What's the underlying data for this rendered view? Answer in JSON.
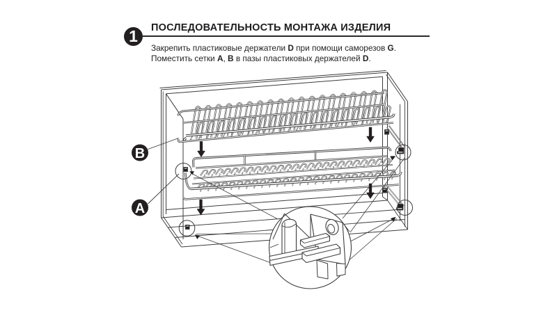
{
  "step": {
    "number": "1"
  },
  "header": {
    "title": "ПОСЛЕДОВАТЕЛЬНОСТЬ МОНТАЖА ИЗДЕЛИЯ"
  },
  "instructions": {
    "lines": [
      {
        "segments": [
          {
            "t": "Закрепить пластиковые держатели ",
            "b": false
          },
          {
            "t": "D",
            "b": true
          },
          {
            "t": " при помощи саморезов ",
            "b": false
          },
          {
            "t": "G",
            "b": true
          },
          {
            "t": ".",
            "b": false
          }
        ]
      },
      {
        "segments": [
          {
            "t": "Поместить сетки ",
            "b": false
          },
          {
            "t": "A",
            "b": true
          },
          {
            "t": ", ",
            "b": false
          },
          {
            "t": "B",
            "b": true
          },
          {
            "t": " в пазы пластиковых держателей ",
            "b": false
          },
          {
            "t": "D",
            "b": true
          },
          {
            "t": ".",
            "b": false
          }
        ]
      }
    ]
  },
  "labels": {
    "rack_b": "B",
    "rack_a": "A"
  },
  "colors": {
    "ink": "#231f20",
    "line": "#3b3b3d",
    "bg": "#ffffff"
  }
}
